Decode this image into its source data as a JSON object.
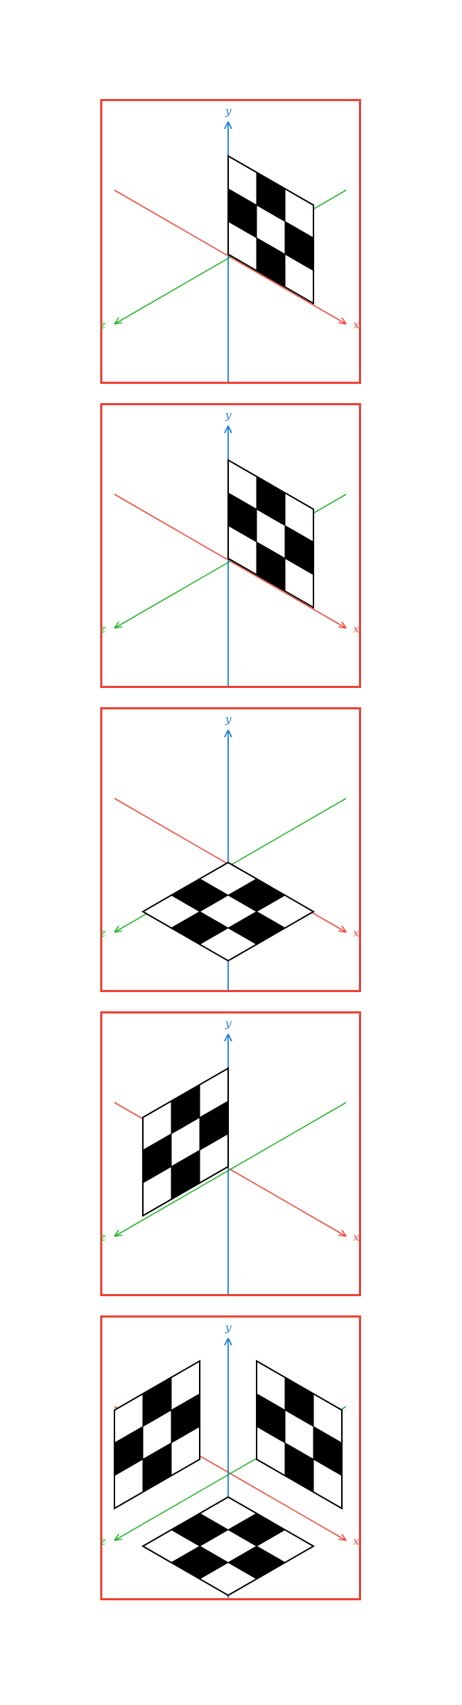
{
  "colors": {
    "frame": "#ee4035",
    "x_axis": "#f04a3c",
    "y_axis": "#1a7fd6",
    "z_axis": "#2ab52a",
    "square_dark": "#000000",
    "square_light": "#ffffff"
  },
  "axis_labels": {
    "x": "x",
    "y": "y",
    "z": "z"
  },
  "panels": [
    {
      "planes": [
        "xy"
      ]
    },
    {
      "planes": [
        "xy"
      ]
    },
    {
      "planes": [
        "xz"
      ]
    },
    {
      "planes": [
        "yz"
      ]
    },
    {
      "planes": [
        "xy",
        "yz",
        "xz"
      ]
    }
  ]
}
